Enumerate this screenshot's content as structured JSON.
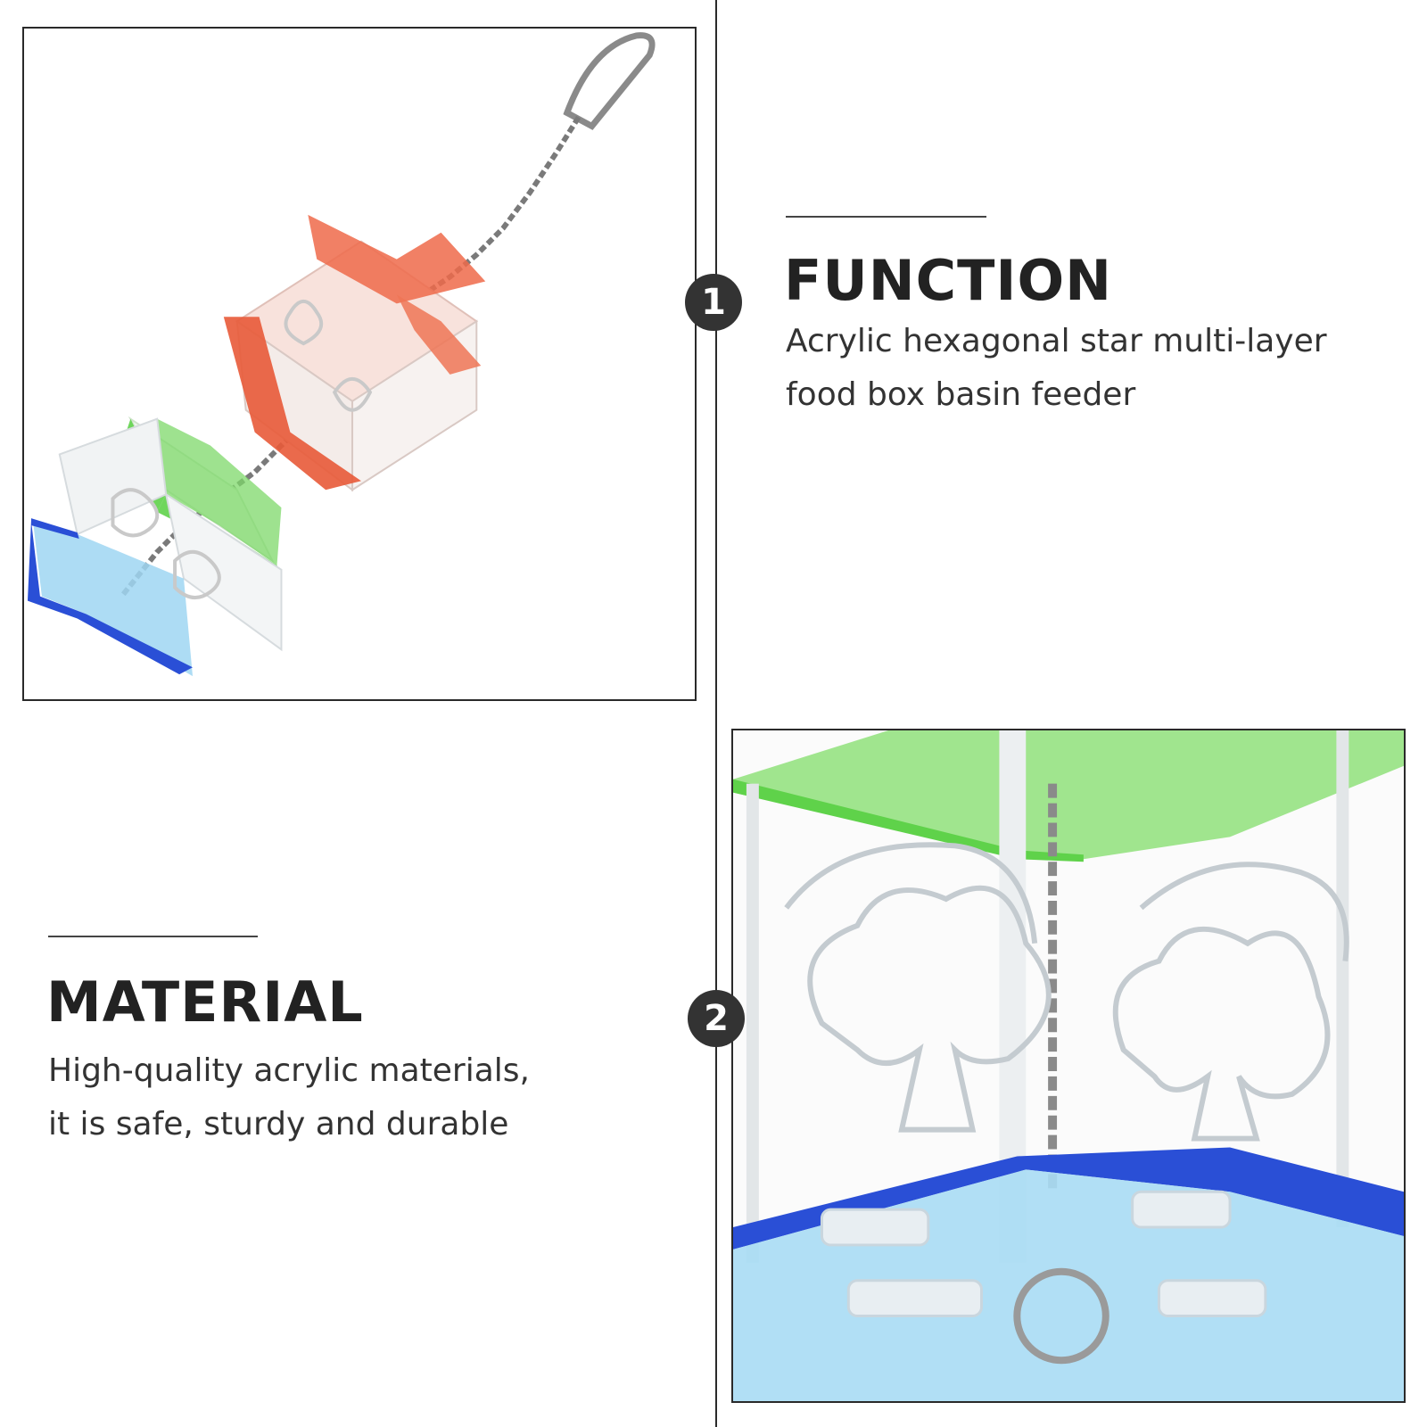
{
  "badges": {
    "first": "1",
    "second": "2"
  },
  "function_section": {
    "heading": "FUNCTION",
    "lines": [
      "Acrylic hexagonal star multi-layer",
      "food box basin feeder"
    ]
  },
  "material_section": {
    "heading": "MATERIAL",
    "lines": [
      "High-quality acrylic materials,",
      "it is safe, sturdy and durable"
    ]
  },
  "colors": {
    "orange_layer": "#e85a38",
    "green_layer": "#5fd24a",
    "blue_layer": "#2a4fd6",
    "light_blue_layer": "#8fd0f0",
    "badge": "#333333"
  }
}
